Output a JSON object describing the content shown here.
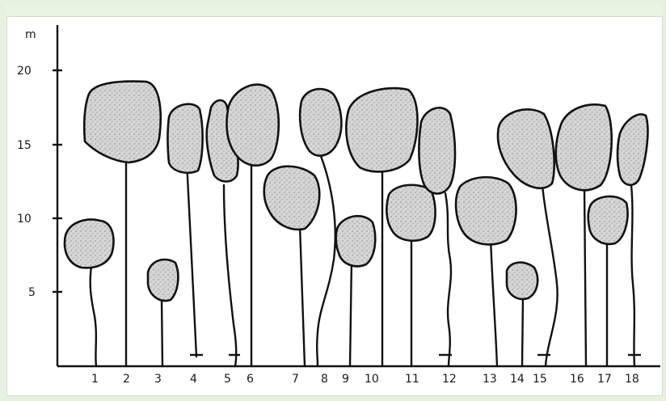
{
  "diagram": {
    "y_unit": "m",
    "y_ticks": [
      "20",
      "15",
      "10",
      "5"
    ],
    "tree_numbers": [
      "1",
      "2",
      "3",
      "4",
      "5",
      "6",
      "7",
      "8",
      "9",
      "10",
      "11",
      "12",
      "13",
      "14",
      "15",
      "16",
      "17",
      "18"
    ]
  }
}
